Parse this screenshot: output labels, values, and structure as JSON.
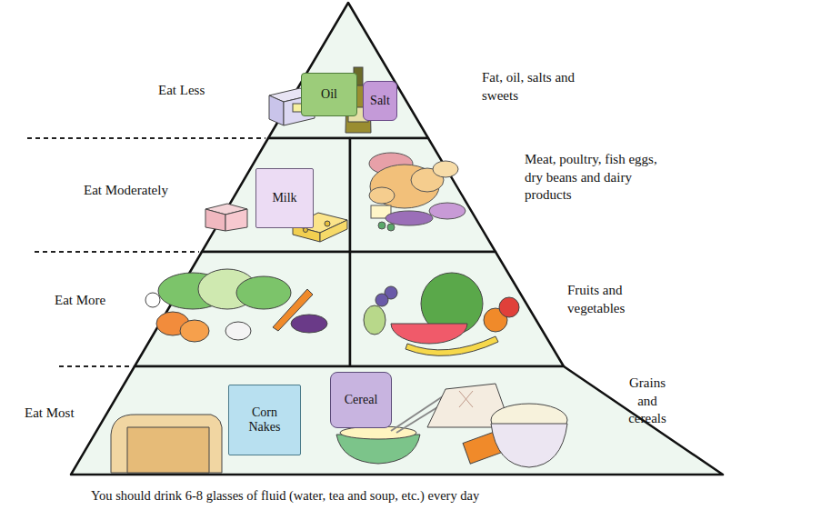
{
  "diagram": {
    "caption": "You should drink 6-8 glasses of fluid (water, tea and soup, etc.) every day",
    "nodes": [
      {
        "text": [
          "Oil"
        ]
      },
      {
        "text": [
          "Salt"
        ]
      },
      {
        "text": [
          "Milk"
        ]
      },
      {
        "text": [
          "Corn Nakes"
        ]
      },
      {
        "text": [
          "Cereal"
        ]
      }
    ],
    "labels": [
      "Eat Less",
      "Fat, oil, salts and sweets",
      "Eat Moderately",
      "Meat, poultry, fish eggs, dry beans and dairy products",
      "Eat More",
      "Fruits and vegetables",
      "Eat Most",
      "Grains and cereals"
    ]
  }
}
